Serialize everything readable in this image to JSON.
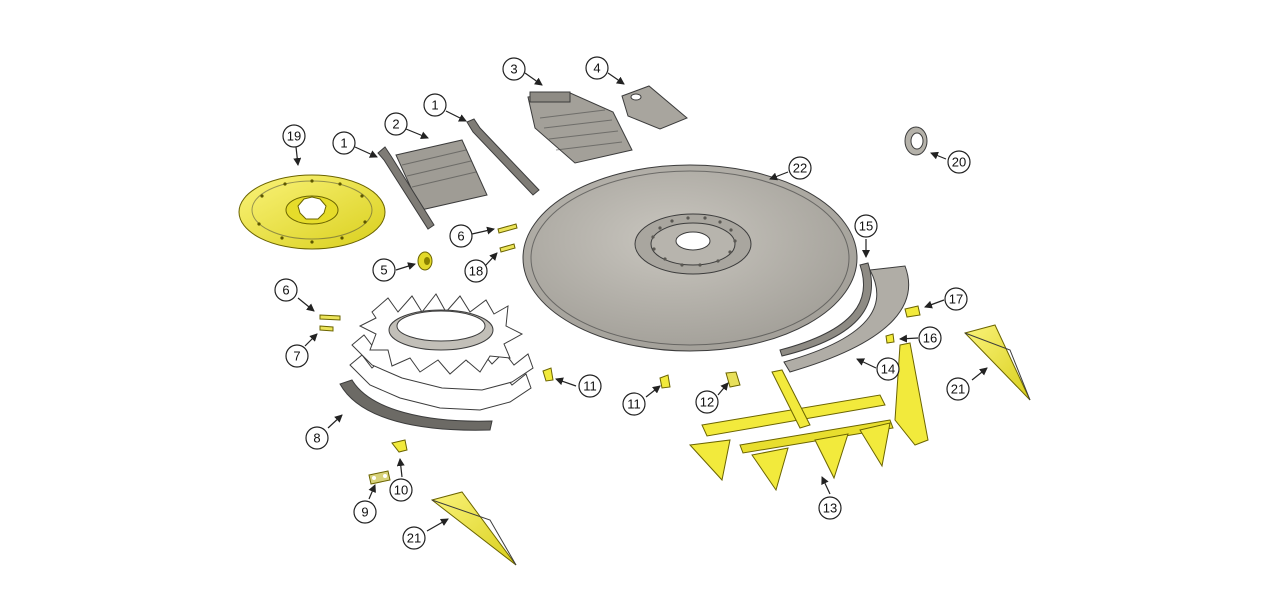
{
  "colors": {
    "part_yellow": "#f2ea3c",
    "part_grey": "#b9b6ae",
    "part_dark": "#8e8b84",
    "outline": "#3c3c3c"
  },
  "callouts": [
    {
      "id": "c1a",
      "label": "1"
    },
    {
      "id": "c1b",
      "label": "1"
    },
    {
      "id": "c2",
      "label": "2"
    },
    {
      "id": "c3",
      "label": "3"
    },
    {
      "id": "c4",
      "label": "4"
    },
    {
      "id": "c5",
      "label": "5"
    },
    {
      "id": "c6a",
      "label": "6"
    },
    {
      "id": "c6b",
      "label": "6"
    },
    {
      "id": "c7",
      "label": "7"
    },
    {
      "id": "c8",
      "label": "8"
    },
    {
      "id": "c9",
      "label": "9"
    },
    {
      "id": "c10",
      "label": "10"
    },
    {
      "id": "c11a",
      "label": "11"
    },
    {
      "id": "c11b",
      "label": "11"
    },
    {
      "id": "c12",
      "label": "12"
    },
    {
      "id": "c13",
      "label": "13"
    },
    {
      "id": "c14",
      "label": "14"
    },
    {
      "id": "c15",
      "label": "15"
    },
    {
      "id": "c16",
      "label": "16"
    },
    {
      "id": "c17",
      "label": "17"
    },
    {
      "id": "c18",
      "label": "18"
    },
    {
      "id": "c19",
      "label": "19"
    },
    {
      "id": "c20",
      "label": "20"
    },
    {
      "id": "c21a",
      "label": "21"
    },
    {
      "id": "c21b",
      "label": "21"
    },
    {
      "id": "c22",
      "label": "22"
    }
  ]
}
